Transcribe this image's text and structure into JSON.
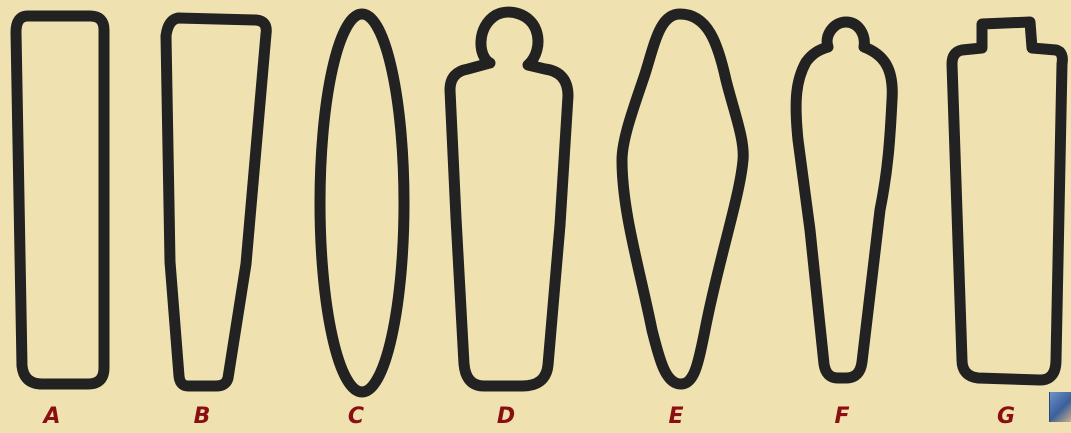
{
  "figure": {
    "labels": [
      "A",
      "B",
      "C",
      "D",
      "E",
      "F",
      "G"
    ],
    "colors": {
      "background": "#efe2b0",
      "outline": "#222222",
      "label": "#8b0f12"
    }
  }
}
